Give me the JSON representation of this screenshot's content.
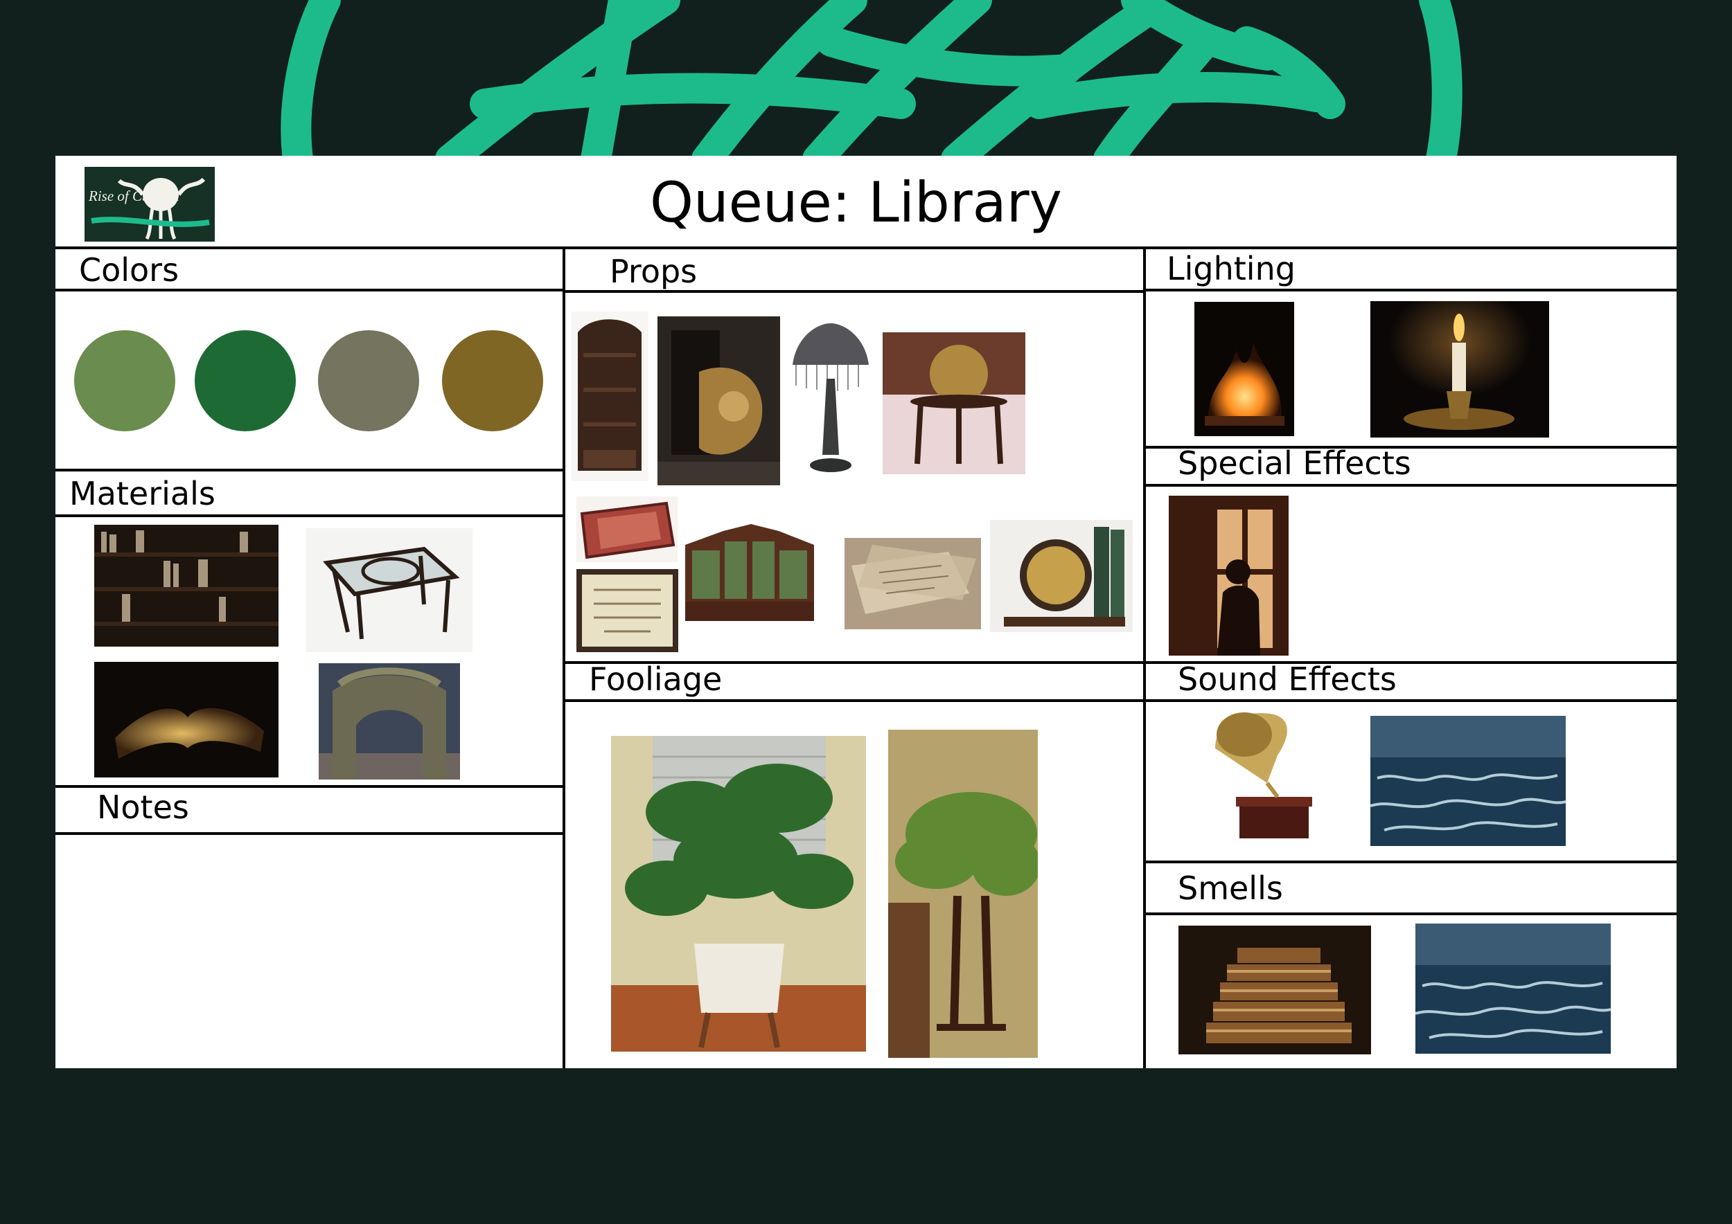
{
  "board": {
    "title": "Queue: Library",
    "logo_text": "Rise of Cthulhu"
  },
  "sections": {
    "colors": "Colors",
    "materials": "Materials",
    "notes": "Notes",
    "props": "Props",
    "foliage": "Fooliage",
    "lighting": "Lighting",
    "special_effects": "Special Effects",
    "sound_effects": "Sound Effects",
    "smells": "Smells"
  },
  "palette": [
    "#6a8c4e",
    "#1e6a34",
    "#74745f",
    "#7f6624"
  ],
  "theme": {
    "background": "#11201c",
    "accent": "#1dbb8c",
    "board": "#ffffff"
  },
  "images": {
    "materials": [
      "bookshelf-wall",
      "glass-coffee-table",
      "open-candlelit-book",
      "carved-stone-fireplace"
    ],
    "props": [
      "carved-wooden-shelf",
      "ornate-bookend",
      "victorian-lamp",
      "antique-globe-stand",
      "persian-rug",
      "framed-certificate",
      "green-bookcase",
      "old-letters",
      "globe-bookend"
    ],
    "foliage": [
      "monstera-plant",
      "fern-on-stand"
    ],
    "lighting": [
      "campfire",
      "candle-holder"
    ],
    "special_effects": [
      "window-silhouette"
    ],
    "sound_effects": [
      "gramophone",
      "stormy-sea"
    ],
    "smells": [
      "old-books-stack",
      "stormy-sea"
    ]
  }
}
